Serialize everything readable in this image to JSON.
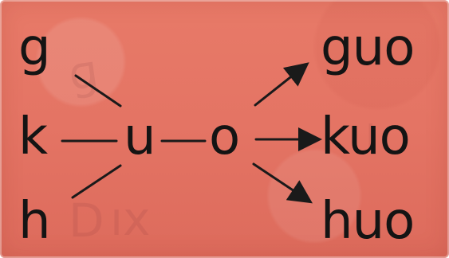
{
  "diagram": {
    "initials": [
      "g",
      "k",
      "h"
    ],
    "middle": [
      "u",
      "o"
    ],
    "results": [
      "guo",
      "kuo",
      "huo"
    ]
  }
}
